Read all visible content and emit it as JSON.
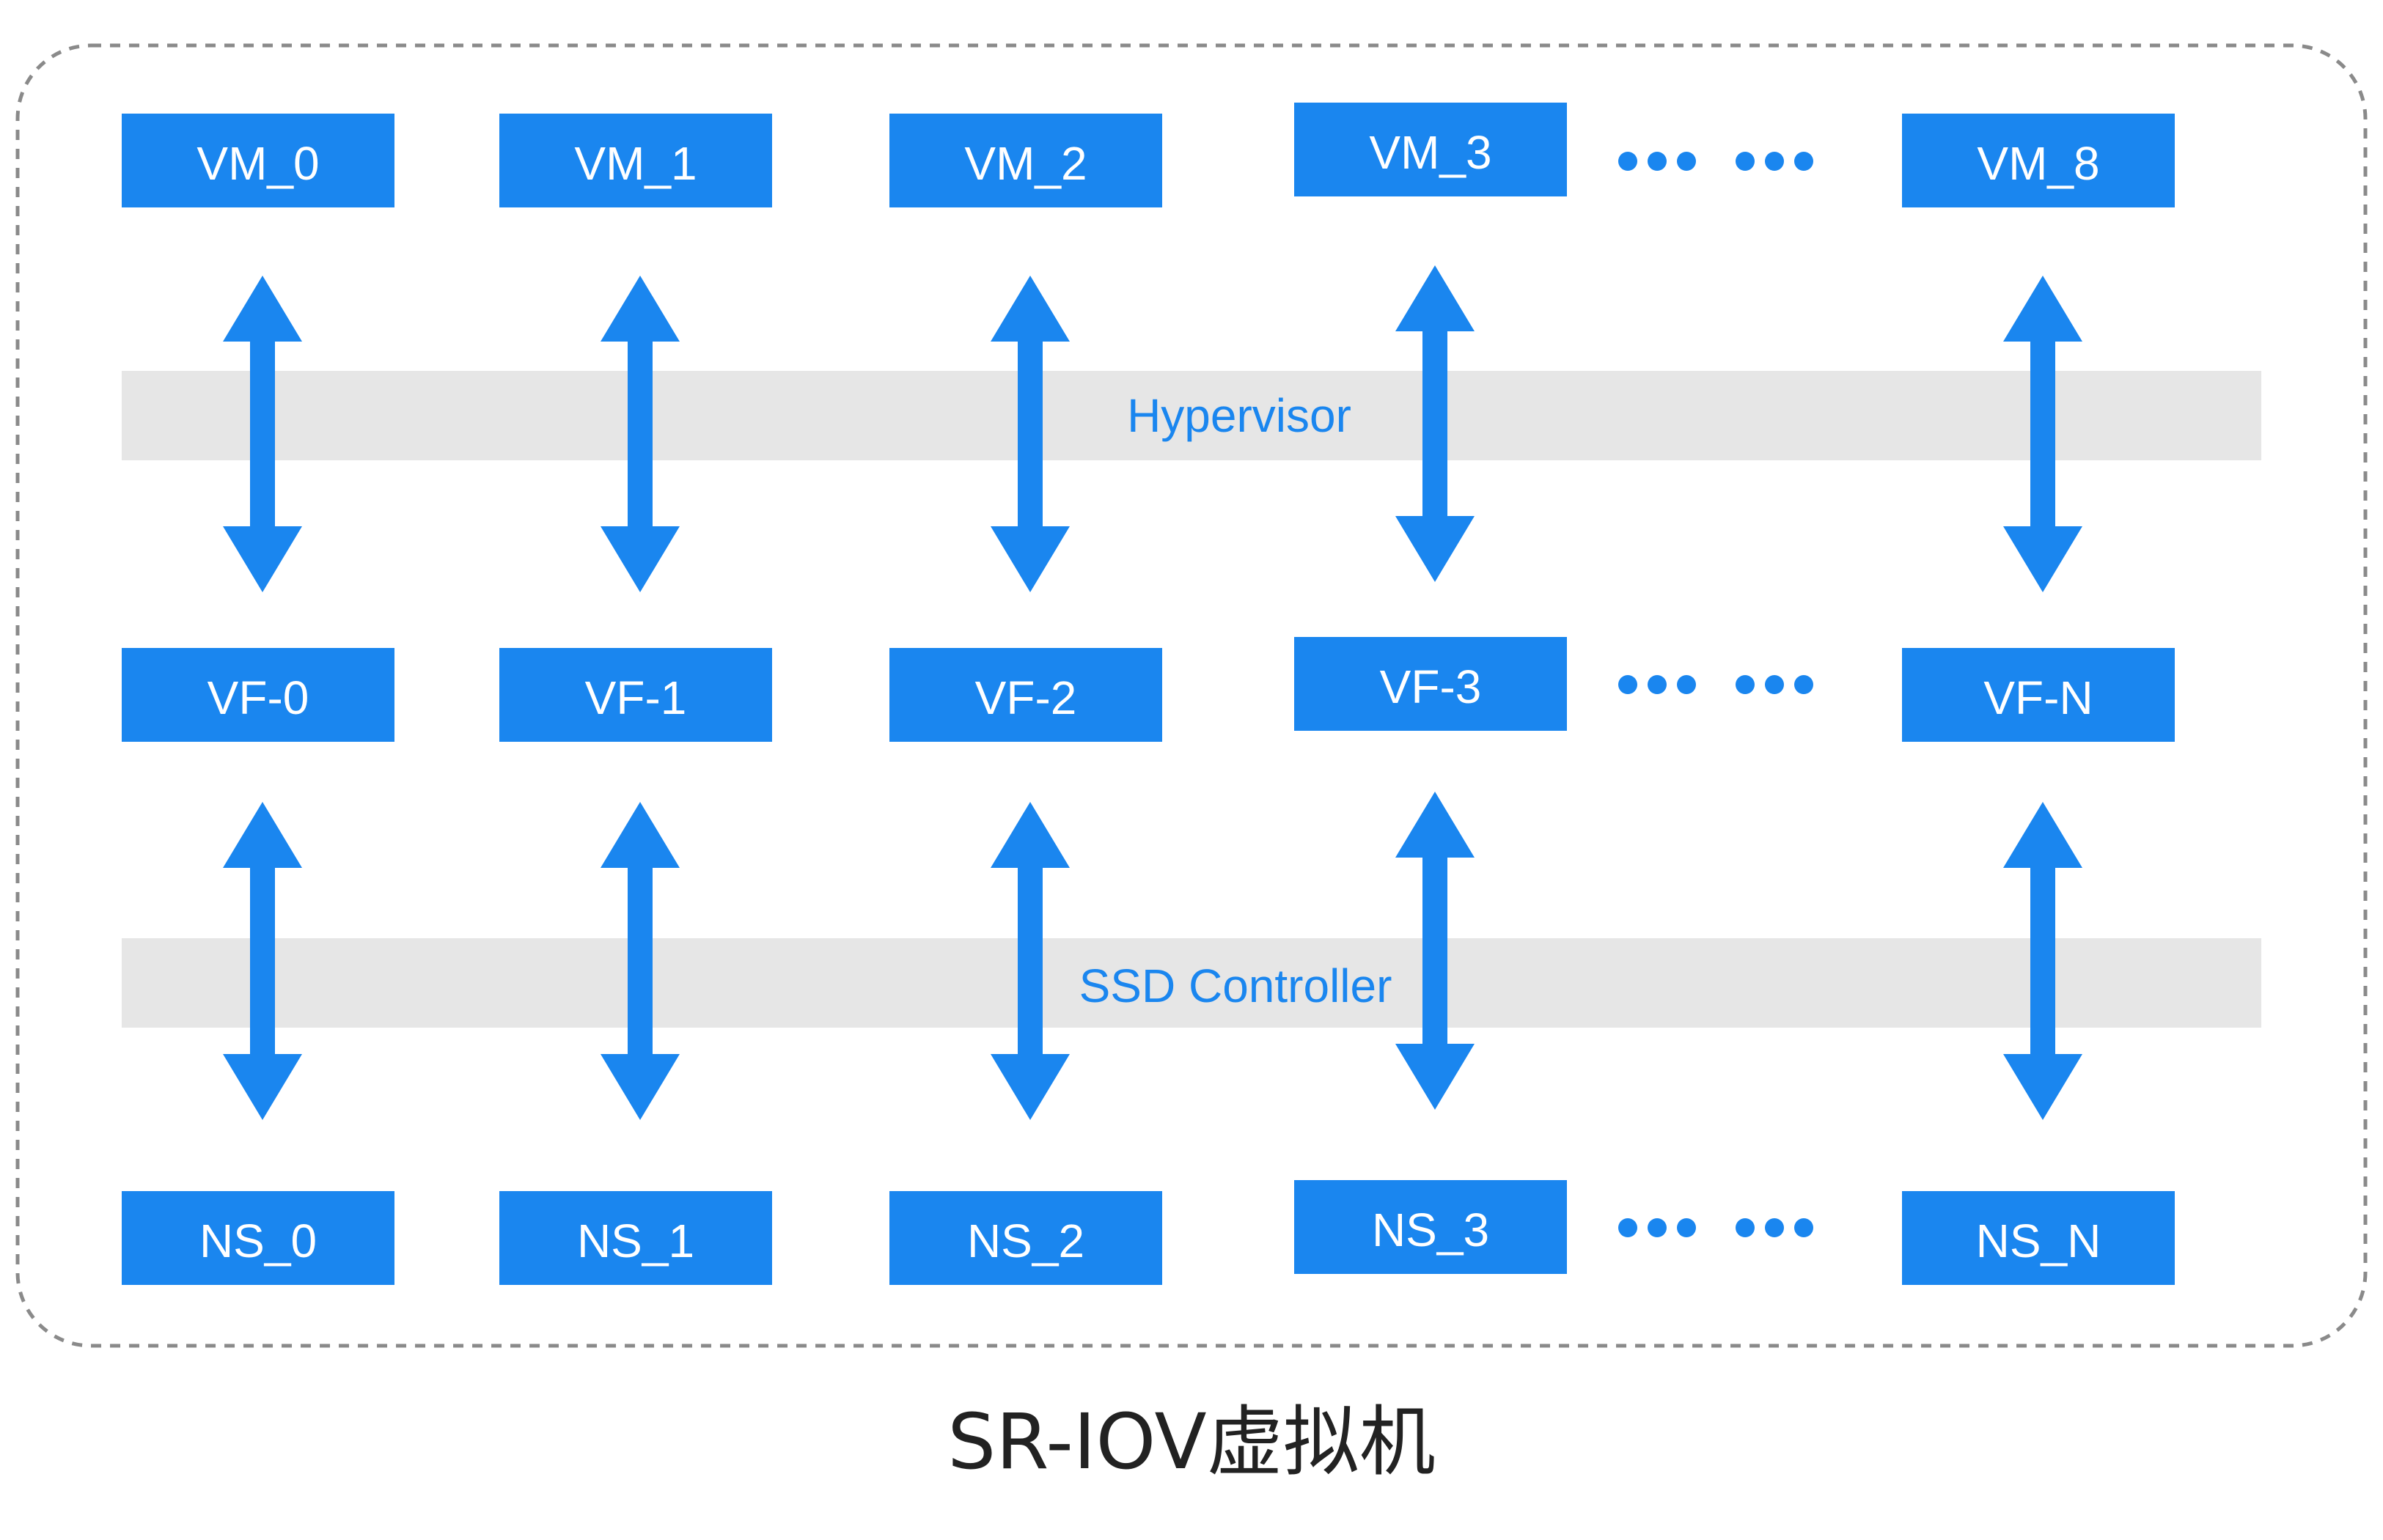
{
  "colors": {
    "accent": "#1a86ef",
    "band": "#e6e6e6",
    "border": "#8a8a8a",
    "caption": "#222222",
    "node_text": "#ffffff"
  },
  "bands": {
    "hypervisor": "Hypervisor",
    "controller": "SSD Controller"
  },
  "columns": [
    {
      "vm": "VM_0",
      "vf": "VF-0",
      "ns": "NS_0"
    },
    {
      "vm": "VM_1",
      "vf": "VF-1",
      "ns": "NS_1"
    },
    {
      "vm": "VM_2",
      "vf": "VF-2",
      "ns": "NS_2"
    },
    {
      "vm": "VM_3",
      "vf": "VF-3",
      "ns": "NS_3"
    },
    {
      "vm": "VM_8",
      "vf": "VF-N",
      "ns": "NS_N"
    }
  ],
  "ellipsis_icon": "more-dots-icon",
  "caption": "SR-IOV虚拟机"
}
